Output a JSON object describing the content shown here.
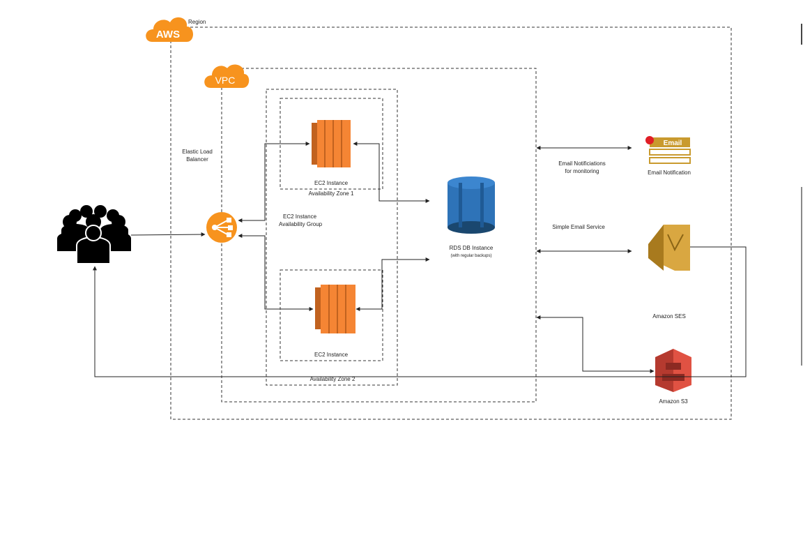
{
  "diagram": {
    "region": {
      "label": "Region",
      "badge": "AWS"
    },
    "vpc": {
      "badge": "VPC"
    },
    "elb": {
      "label_line1": "Elastic Load",
      "label_line2": "Balancer"
    },
    "asg": {
      "label_line1": "EC2 Instance",
      "label_line2": "Availability Group"
    },
    "zone1": {
      "label": "Availability Zone 1",
      "instance_label": "EC2 Instance"
    },
    "zone2": {
      "label": "Availability Zone 2",
      "instance_label": "EC2 Instance"
    },
    "rds": {
      "label": "RDS DB Instance",
      "sublabel": "(with regular backups)"
    },
    "email_notification": {
      "label": "Email Notification",
      "badge": "Email"
    },
    "email_edge": {
      "label_line1": "Email Notificiations",
      "label_line2": "for monitoring"
    },
    "ses_edge": {
      "label": "Simple Email Service"
    },
    "ses": {
      "label": "Amazon SES"
    },
    "s3": {
      "label": "Amazon S3"
    }
  },
  "colors": {
    "aws_orange": "#F7931E",
    "ec2_orange": "#F58534",
    "ec2_dark": "#C1621F",
    "rds_blue": "#2E73B8",
    "rds_dark": "#1A476F",
    "ses_gold": "#D9A741",
    "s3_red": "#E05243",
    "email_gold": "#C99A2E",
    "email_red": "#E01E26",
    "lines": "#222222"
  },
  "icons": {
    "users": "users-group-icon",
    "elb": "load-balancer-icon",
    "ec2": "ec2-instance-icon",
    "rds": "rds-database-icon",
    "email": "email-notification-icon",
    "ses": "ses-icon",
    "s3": "s3-bucket-icon"
  }
}
